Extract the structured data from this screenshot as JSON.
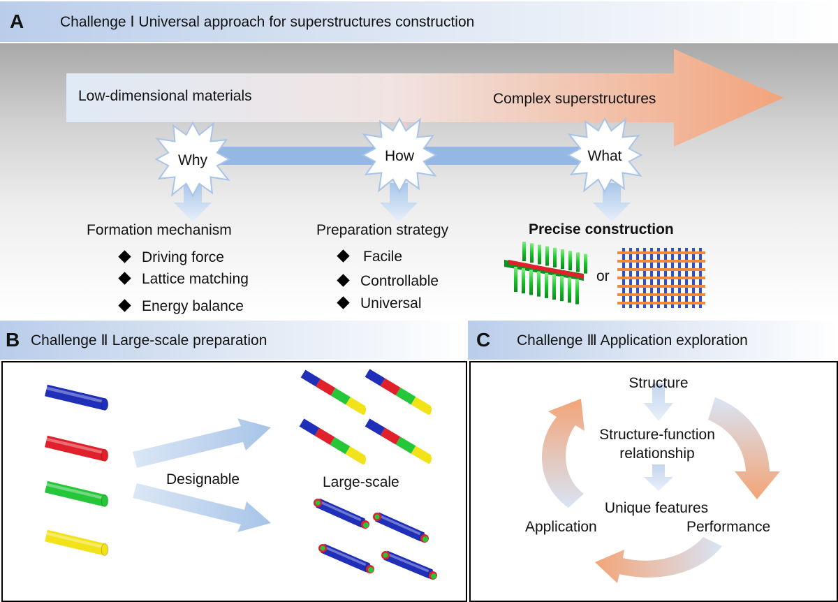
{
  "panel_a": {
    "letter": "A",
    "title": "Challenge Ⅰ  Universal approach for superstructures construction",
    "arrow_start": "Low-dimensional materials",
    "arrow_end": "Complex superstructures",
    "bursts": [
      "Why",
      "How",
      "What"
    ],
    "col1": {
      "heading": "Formation mechanism",
      "items": [
        "Driving force",
        "Lattice matching",
        "Energy  balance"
      ]
    },
    "col2": {
      "heading": "Preparation strategy",
      "items": [
        "Facile",
        "Controllable",
        "Universal"
      ]
    },
    "col3": {
      "heading": "Precise construction",
      "connector": "or"
    }
  },
  "panel_b": {
    "letter": "B",
    "title": "Challenge Ⅱ  Large-scale preparation",
    "arrow_label": "Designable",
    "result_label": "Large-scale",
    "rod_colors": [
      "#1f2fb8",
      "#e0202a",
      "#26c63a",
      "#f2e21a"
    ]
  },
  "panel_c": {
    "letter": "C",
    "title": "Challenge Ⅲ  Application exploration",
    "structure": "Structure",
    "relationship_line1": "Structure-function",
    "relationship_line2": "relationship",
    "unique": "Unique features",
    "application": "Application",
    "performance": "Performance"
  }
}
